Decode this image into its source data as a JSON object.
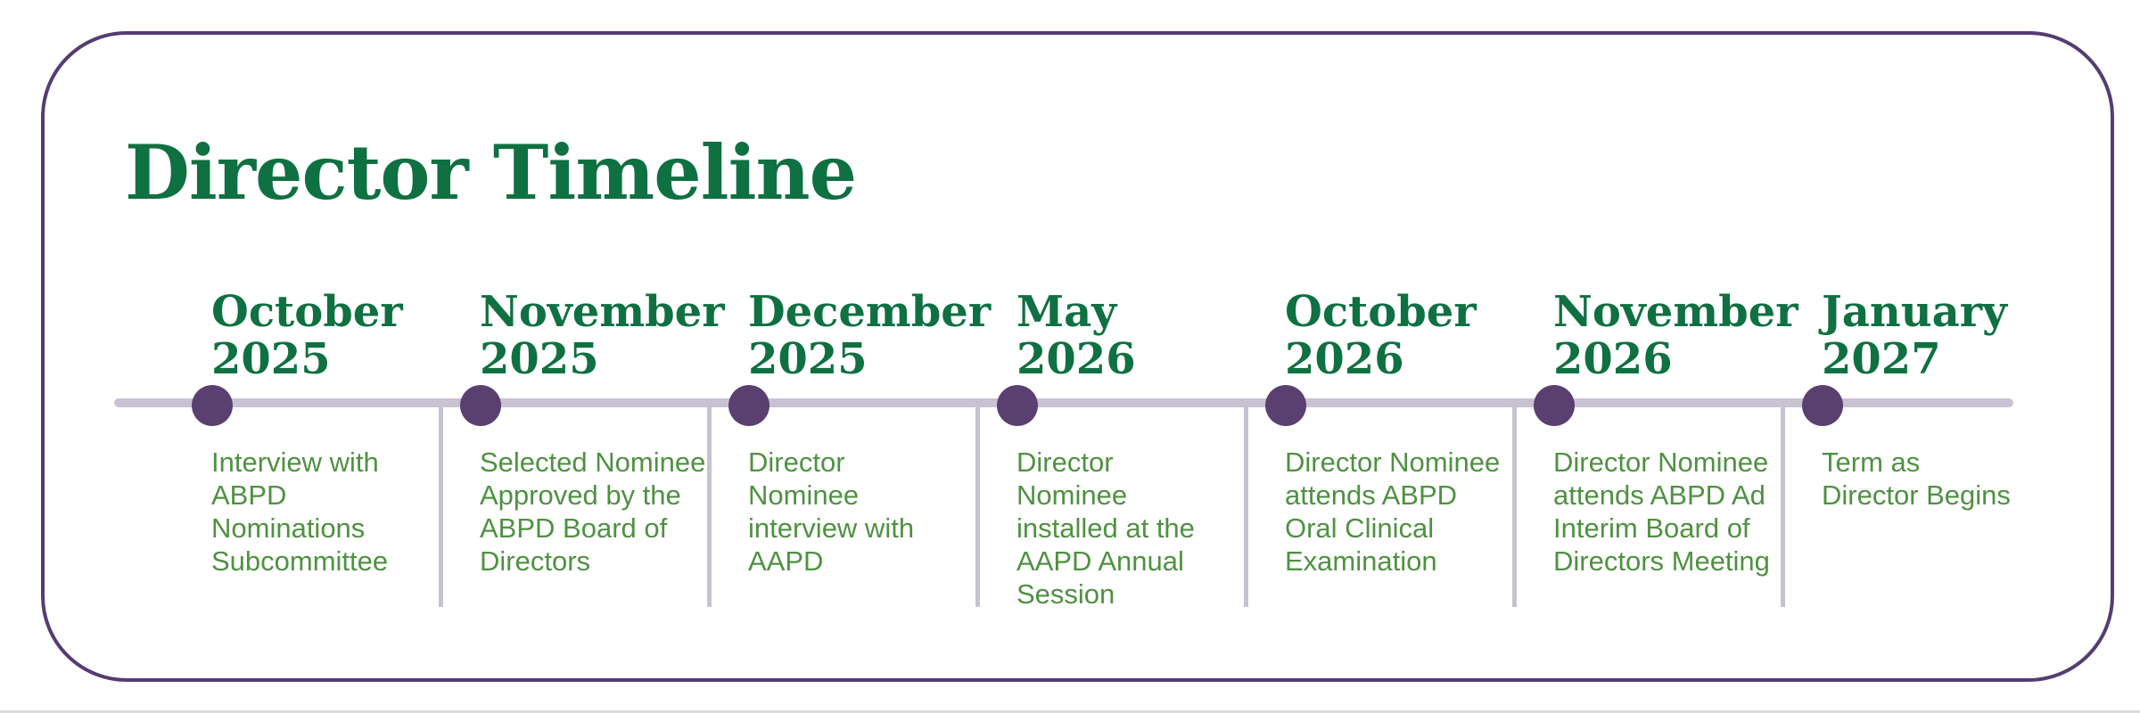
{
  "colors": {
    "bg": "#ffffff",
    "border": "#553c72",
    "green-dark": "#0f7042",
    "green-mid": "#4f9142",
    "bar": "#c9c2d3",
    "dot": "#594070",
    "divider": "#c8c1d2"
  },
  "title": "Director Timeline",
  "timeline": {
    "milestones": [
      {
        "month": "October",
        "year": "2025",
        "description": "Interview with\nABPD\nNominations\nSubcommittee"
      },
      {
        "month": "November",
        "year": "2025",
        "description": "Selected Nominee\nApproved by the\nABPD Board of\nDirectors"
      },
      {
        "month": "December",
        "year": "2025",
        "description": "Director\nNominee\ninterview with\nAAPD"
      },
      {
        "month": "May",
        "year": "2026",
        "description": "Director\nNominee\ninstalled at the\nAAPD Annual\nSession"
      },
      {
        "month": "October",
        "year": "2026",
        "description": "Director Nominee\nattends ABPD\nOral Clinical\nExamination"
      },
      {
        "month": "November",
        "year": "2026",
        "description": "Director Nominee\nattends ABPD Ad\nInterim Board of\nDirectors Meeting"
      },
      {
        "month": "January",
        "year": "2027",
        "description": "Term as\nDirector Begins"
      }
    ]
  }
}
